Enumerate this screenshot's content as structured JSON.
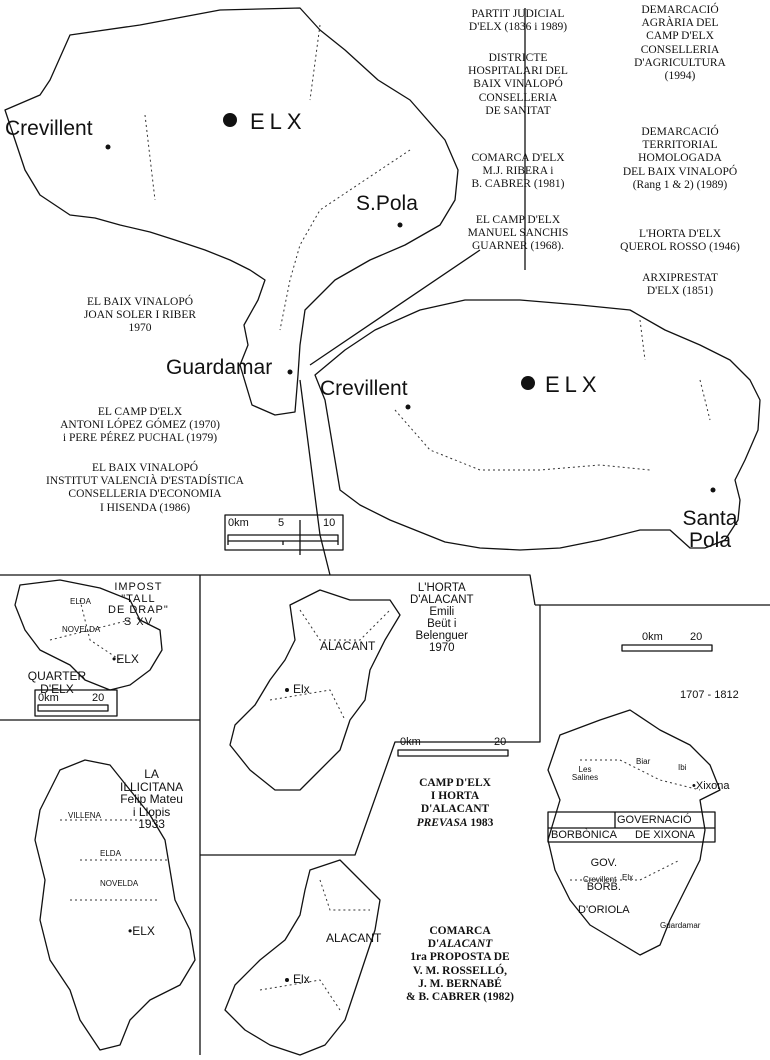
{
  "legend_right": {
    "col1": [
      [
        "PARTIT JUDICIAL",
        "D'ELX (1836 i 1989)"
      ],
      [
        "DISTRICTE",
        "HOSPITALARI DEL",
        "BAIX VINALOPÓ",
        "CONSELLERIA",
        "DE SANITAT"
      ],
      [
        "COMARCA D'ELX",
        "M.J. RIBERA i",
        "B. CABRER (1981)"
      ],
      [
        "EL CAMP D'ELX",
        "MANUEL SANCHIS",
        "GUARNER (1968)."
      ]
    ],
    "col2": [
      [
        "DEMARCACIÓ",
        "AGRÀRIA DEL",
        "CAMP D'ELX",
        "CONSELLERIA",
        "D'AGRICULTURA",
        "(1994)"
      ],
      [
        "DEMARCACIÓ",
        "TERRITORIAL",
        "HOMOLOGADA",
        "DEL BAIX VINALOPÓ",
        "(Rang 1 & 2) (1989)"
      ],
      [
        "L'HORTA D'ELX",
        "QUEROL ROSSO (1946)"
      ],
      [
        "ARXIPRESTAT",
        "D'ELX (1851)"
      ]
    ]
  },
  "map1": {
    "crevillent": "Crevillent",
    "elx": "ELX",
    "spola": "S.Pola",
    "guardamar": "Guardamar",
    "caption_soler": [
      "EL BAIX VINALOPÓ",
      "JOAN SOLER I RIBER",
      "1970"
    ],
    "caption_lopez": [
      "EL CAMP D'ELX",
      "ANTONI LÓPEZ GÓMEZ (1970)",
      "i PERE PÉREZ PUCHAL (1979)"
    ],
    "caption_ive": [
      "EL BAIX VINALOPÓ",
      "INSTITUT VALENCIÀ D'ESTADÍSTICA",
      "CONSELLERIA D'ECONOMIA",
      "I HISENDA (1986)"
    ]
  },
  "map2": {
    "crevillent": "Crevillent",
    "elx": "ELX",
    "santa_pola": [
      "Santa",
      "Pola"
    ]
  },
  "scale_main": {
    "zero": "0km",
    "mid": "5",
    "end": "10"
  },
  "map_impost": {
    "title": [
      "IMPOST",
      "\"TALL",
      "DE DRAP\"",
      "S XV"
    ],
    "elda": "ELDA",
    "novelda": "NOVELDA",
    "elx": "•ELX",
    "quarter": [
      "QUARTER",
      "D'ELX"
    ],
    "scale": {
      "zero": "0km",
      "end": "20"
    }
  },
  "map_illicitana": {
    "title": [
      "LA",
      "ILLICITANA",
      "Felip Mateu",
      "i Llopis",
      "1933"
    ],
    "villena": "VILLENA",
    "elda": "ELDA",
    "novelda": "NOVELDA",
    "elx": "•ELX"
  },
  "map_horta": {
    "title": [
      "L'HORTA",
      "D'ALACANT",
      "Emili",
      "Beüt i",
      "Belenguer",
      "1970"
    ],
    "alacant": "ALACANT",
    "elx": "Elx",
    "scale": {
      "zero": "0km",
      "end": "20"
    },
    "caption": [
      "CAMP D'ELX",
      "I HORTA",
      "D'ALACANT"
    ],
    "caption_prevasa": "PREVASA",
    "caption_year": "1983"
  },
  "map_comarca": {
    "alacant": "ALACANT",
    "elx": "Elx",
    "caption_top": [
      "COMARCA"
    ],
    "caption_alacant": "ALACANT",
    "caption_d": "D'",
    "caption_rest": [
      "1ra PROPOSTA DE",
      "V. M. ROSSELLÓ,",
      "J. M. BERNABÉ",
      "& B. CABRER (1982)"
    ]
  },
  "map_xixona": {
    "scale": {
      "zero": "0km",
      "end": "20"
    },
    "years": "1707 - 1812",
    "las_salinas": [
      "Les",
      "Salines"
    ],
    "biar": "Biar",
    "ibi": "Ibi",
    "xixona": "•Xixona",
    "gov_left": "GOVERNACIÓ",
    "borbonica": "BORBÒNICA",
    "de_xixona": "DE XIXONA",
    "gov_orihuela": [
      "GOV.",
      "BORB.",
      "D'ORIOLA"
    ],
    "crevillent": "Crevillent",
    "elx": "Elx",
    "guardamar": "Guardamar"
  }
}
